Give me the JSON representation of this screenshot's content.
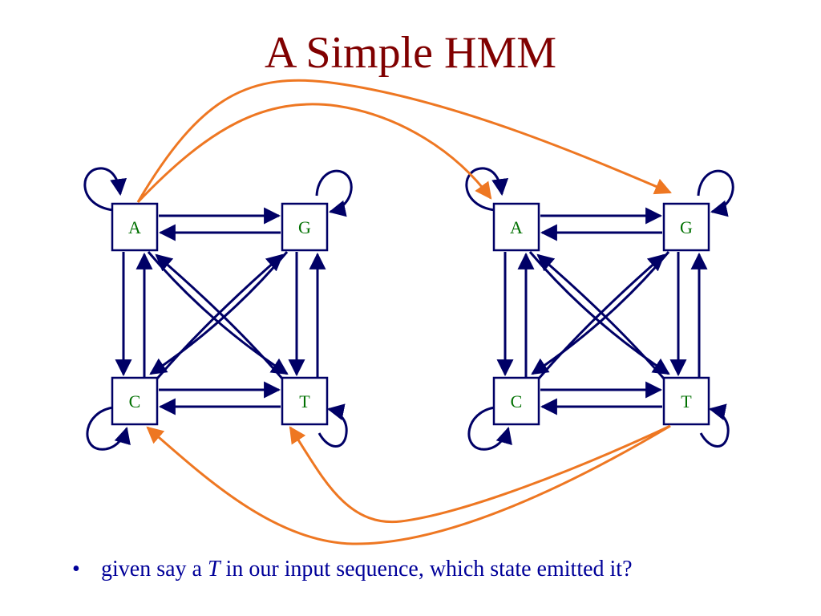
{
  "slide": {
    "title": "A Simple HMM",
    "bullet": {
      "marker": "•",
      "text_before": "given say a ",
      "text_italic": "T",
      "text_after": " in our input sequence, which state emitted it?"
    }
  },
  "colors": {
    "title": "#800000",
    "node_border": "#000066",
    "node_label": "#007000",
    "edge": "#000066",
    "cross_edge": "#ee7722",
    "bullet_text": "#000099"
  },
  "models": [
    {
      "id": "left",
      "nodes": [
        {
          "id": "A",
          "label": "A"
        },
        {
          "id": "G",
          "label": "G"
        },
        {
          "id": "C",
          "label": "C"
        },
        {
          "id": "T",
          "label": "T"
        }
      ]
    },
    {
      "id": "right",
      "nodes": [
        {
          "id": "A",
          "label": "A"
        },
        {
          "id": "G",
          "label": "G"
        },
        {
          "id": "C",
          "label": "C"
        },
        {
          "id": "T",
          "label": "T"
        }
      ]
    }
  ],
  "cross_edges": [
    {
      "from": "left.A",
      "to": "right.A"
    },
    {
      "from": "left.A",
      "to": "right.G"
    },
    {
      "from": "right.T",
      "to": "left.C"
    },
    {
      "from": "right.T",
      "to": "left.T"
    }
  ]
}
